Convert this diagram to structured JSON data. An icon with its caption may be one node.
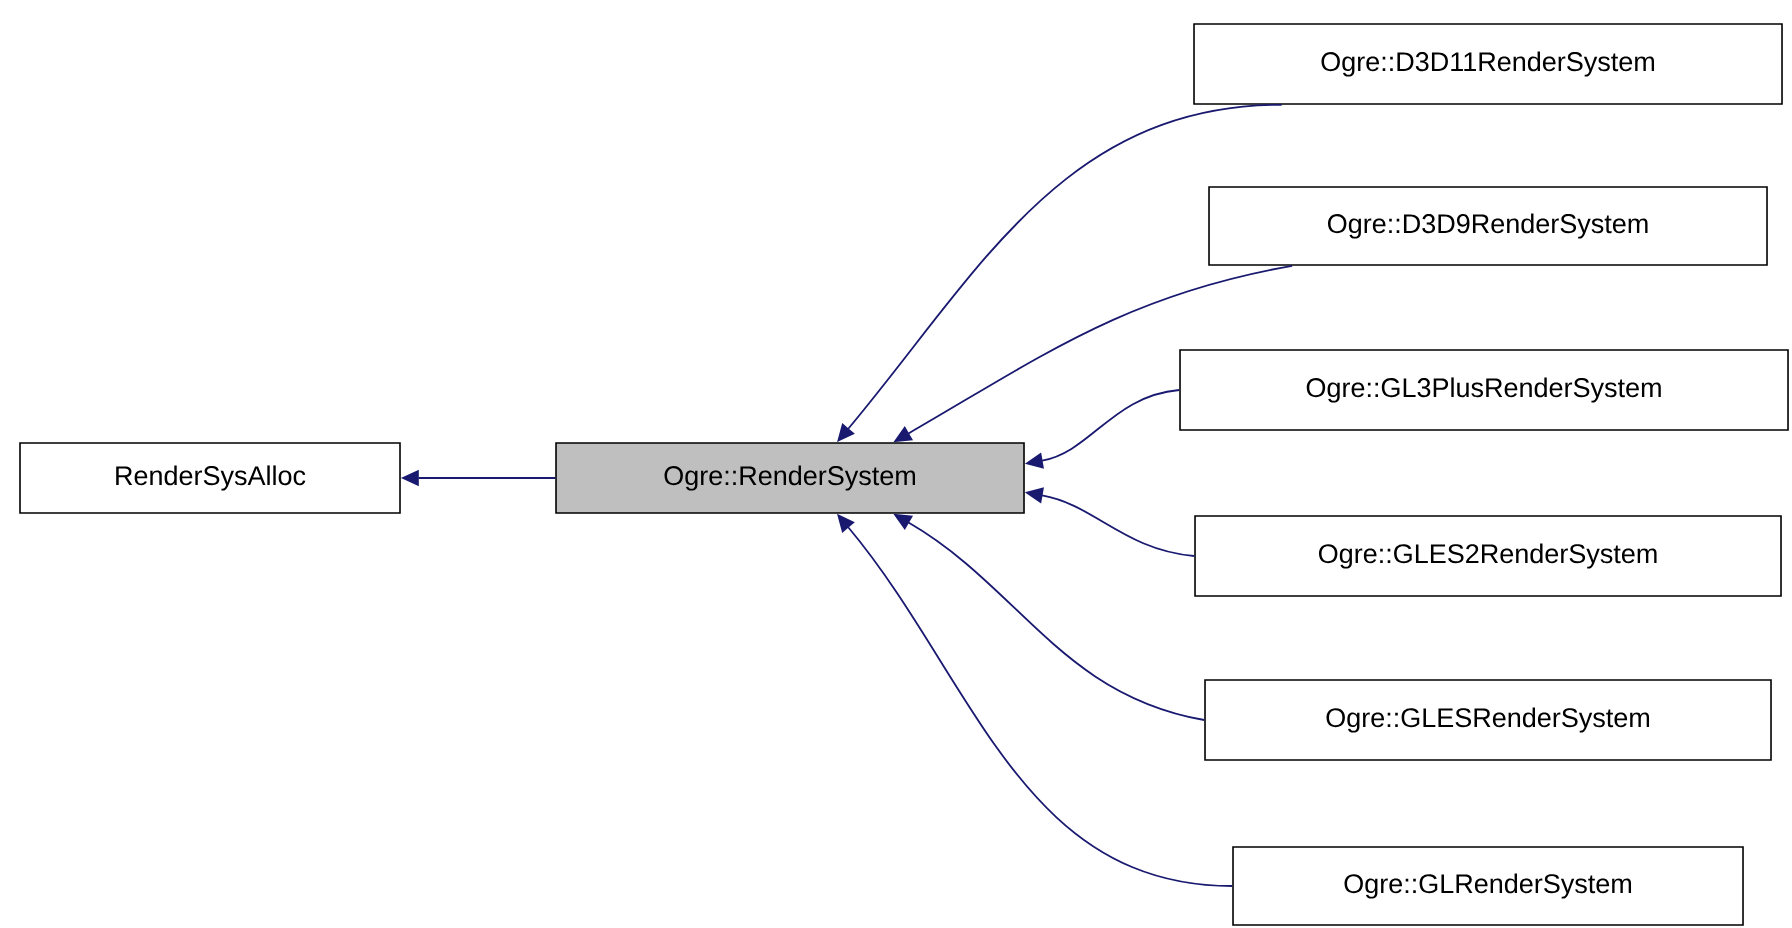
{
  "diagram": {
    "nodes": [
      {
        "text": [
          "RenderSysAlloc"
        ]
      },
      {
        "text": [
          "Ogre::RenderSystem"
        ]
      },
      {
        "text": [
          "Ogre::D3D11RenderSystem"
        ]
      },
      {
        "text": [
          "Ogre::D3D9RenderSystem"
        ]
      },
      {
        "text": [
          "Ogre::GL3PlusRenderSystem"
        ]
      },
      {
        "text": [
          "Ogre::GLES2RenderSystem"
        ]
      },
      {
        "text": [
          "Ogre::GLESRenderSystem"
        ]
      },
      {
        "text": [
          "Ogre::GLRenderSystem"
        ]
      }
    ],
    "edges": [
      {
        "from": 1,
        "to": 0,
        "arrow": "to"
      },
      {
        "from": 2,
        "to": 1,
        "arrow": "to"
      },
      {
        "from": 3,
        "to": 1,
        "arrow": "to"
      },
      {
        "from": 4,
        "to": 1,
        "arrow": "to"
      },
      {
        "from": 5,
        "to": 1,
        "arrow": "to"
      },
      {
        "from": 6,
        "to": 1,
        "arrow": "to"
      },
      {
        "from": 7,
        "to": 1,
        "arrow": "to"
      }
    ]
  }
}
